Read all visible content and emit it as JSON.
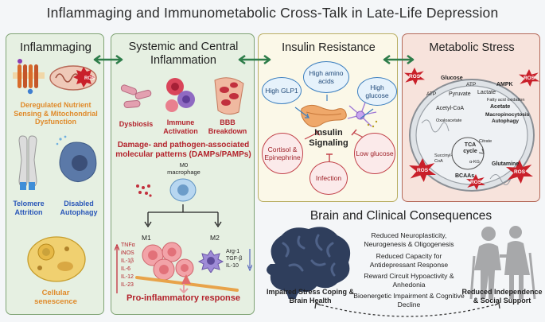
{
  "title": "Inflammaging and Immunometabolic Cross-Talk in Late-Life Depression",
  "inflammaging": {
    "title": "Inflammaging",
    "ros": "ROS",
    "nutrient": "Deregulated Nutrient Sensing & Mitochondrial Dysfunction",
    "telomere": "Telomere Attrition",
    "autophagy": "Disabled Autophagy",
    "senescence": "Cellular senescence"
  },
  "inflammation": {
    "title": "Systemic and Central Inflammation",
    "dysbiosis": "Dysbiosis",
    "immune": "Immune Activation",
    "bbb": "BBB Breakdown",
    "damps": "Damage- and pathogen-associated molecular patterns (DAMPs/PAMPs)",
    "m0": "M0 macrophage",
    "m1": "M1",
    "m2": "M2",
    "m1_cytokines": [
      "TNFα",
      "iNOS",
      "IL-1β",
      "IL-6",
      "IL-12",
      "IL-23"
    ],
    "m2_cytokines": [
      "Arg-1",
      "TGF-β",
      "IL-10"
    ],
    "response": "Pro-inflammatory response"
  },
  "insulin": {
    "title": "Insulin Resistance",
    "amino": "High amino acids",
    "glp1": "High GLP1",
    "glucose": "High glucose",
    "signaling": "Insulin Signaling",
    "cortisol": "Cortisol & Epinephrine",
    "infection": "Infection",
    "low_glucose": "Low glucose"
  },
  "metabolic": {
    "title": "Metabolic Stress",
    "ros": "ROS",
    "glucose": "Glucose",
    "atp1": "ATP",
    "pyruvate": "Pyruvate",
    "lactate": "Lactate",
    "ampk": "AMPK",
    "atp2": "ATP",
    "fatty": "Fatty acid oxidation",
    "acetylcoa": "Acetyl-CoA",
    "acetate": "Acetate",
    "macro": "Macropinocytosis",
    "autophagy": "Autophagy",
    "oxaloacetate": "Oxaloacetate",
    "citrate": "Citrate",
    "tca": "TCA cycle",
    "succinyl": "Succinyl-CoA",
    "akg": "α-KG",
    "glutamine": "Glutamine",
    "bcaa": "BCAAs"
  },
  "brain": {
    "title": "Brain and Clinical Consequences",
    "c1": "Reduced Neuroplasticity, Neurogenesis & Oligogenesis",
    "c2": "Reduced Capacity for Antidepressant Response",
    "c3": "Reward Circuit Hypoactivity & Anhedonia",
    "c4": "Bioenergetic Impairment & Cognitive Decline",
    "left": "Impaired Stress Coping & Brain Health",
    "right": "Reduced Independence & Social Support"
  },
  "colors": {
    "green_bg": "#e6f0e2",
    "green_border": "#7fa374",
    "yellow_bg": "#fbf8e8",
    "yellow_border": "#b9ae62",
    "pink_bg": "#f7e3dc",
    "pink_border": "#b56a5a",
    "orange": "#e08a2a",
    "red": "#b3232c",
    "blue": "#2a57b8",
    "arrow": "#2e7d4a"
  }
}
